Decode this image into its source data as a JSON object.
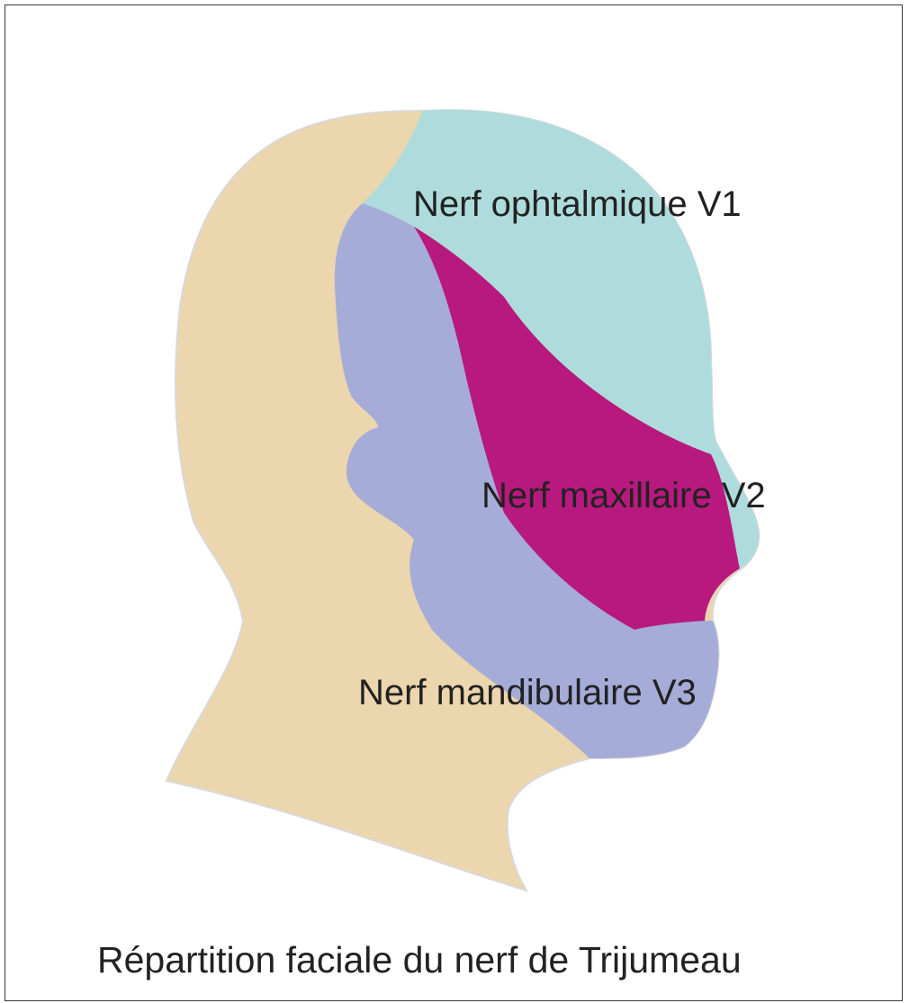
{
  "diagram": {
    "caption": "Répartition faciale du nerf de Trijumeau",
    "regions": [
      {
        "id": "v1",
        "label": "Nerf ophtalmique V1",
        "color": "#aedcdc"
      },
      {
        "id": "v2",
        "label": "Nerf maxillaire V2",
        "color": "#b8197e"
      },
      {
        "id": "v3",
        "label": "Nerf mandibulaire V3",
        "color": "#a6acd8"
      }
    ],
    "head_color": "#ebd6ad",
    "outline_color": "#d9d9d9"
  }
}
